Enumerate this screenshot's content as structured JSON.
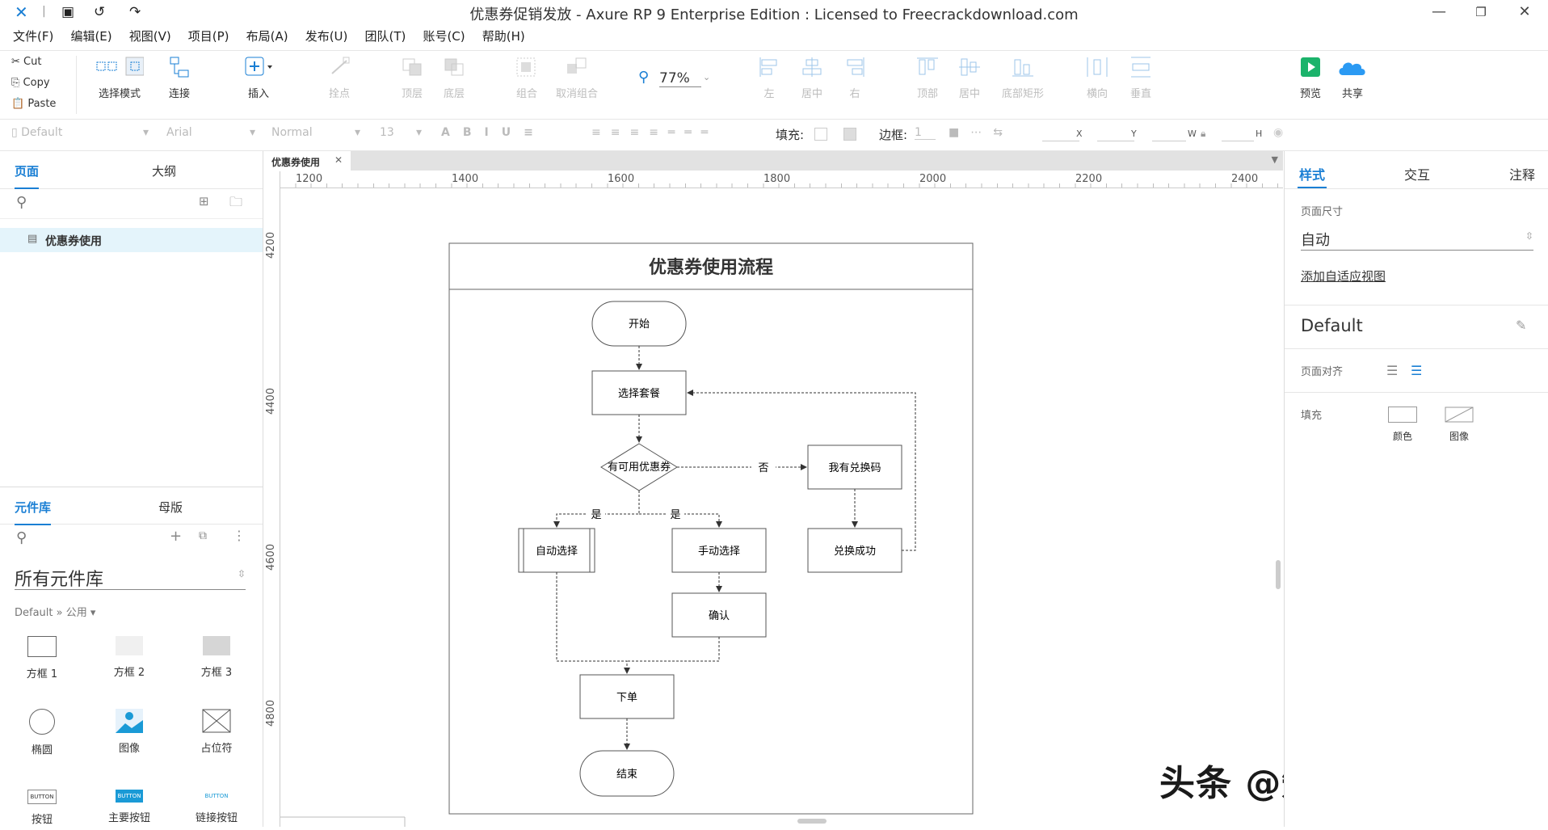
{
  "window": {
    "title": "优惠券促销发放 - Axure RP 9 Enterprise Edition : Licensed to Freecrackdownload.com"
  },
  "menu": [
    "文件(F)",
    "编辑(E)",
    "视图(V)",
    "项目(P)",
    "布局(A)",
    "发布(U)",
    "团队(T)",
    "账号(C)",
    "帮助(H)"
  ],
  "clipboard": {
    "cut": "Cut",
    "copy": "Copy",
    "paste": "Paste"
  },
  "toolbar": {
    "select_mode": "选择模式",
    "connect": "连接",
    "insert": "插入",
    "points": "拴点",
    "top_layer": "顶层",
    "bottom_layer": "底层",
    "group": "组合",
    "ungroup": "取消组合",
    "zoom": "77%",
    "left": "左",
    "center": "居中",
    "right": "右",
    "top": "顶部",
    "middle": "居中",
    "bottom": "底部矩形",
    "horizontal": "横向",
    "vertical": "垂直",
    "preview": "预览",
    "share": "共享"
  },
  "format": {
    "style": "Default",
    "font": "Arial",
    "weight": "Normal",
    "size": "13",
    "fill_label": "填充:",
    "border_label": "边框:",
    "border_value": "1",
    "x": "X",
    "y": "Y",
    "w": "W",
    "h": "H"
  },
  "left": {
    "tabs": [
      "页面",
      "大纲"
    ],
    "page_item": "优惠券使用",
    "lib_tabs": [
      "元件库",
      "母版"
    ],
    "lib_select": "所有元件库",
    "lib_path": "Default » 公用 ▾",
    "widgets": [
      "方框 1",
      "方框 2",
      "方框 3",
      "椭圆",
      "图像",
      "占位符",
      "按钮",
      "主要按钮",
      "链接按钮"
    ],
    "button_labels": [
      "BUTTON",
      "BUTTON",
      "BUTTON"
    ]
  },
  "doc_tab": "优惠券使用",
  "ruler": {
    "h": [
      "1200",
      "1400",
      "1600",
      "1800",
      "2000",
      "2200",
      "2400"
    ],
    "v": [
      "4200",
      "4400",
      "4600",
      "4800"
    ]
  },
  "flow": {
    "title": "优惠券使用流程",
    "start": "开始",
    "choose_pkg": "选择套餐",
    "has_coupon": "有可用优惠券",
    "no": "否",
    "yes_left": "是",
    "yes_right": "是",
    "has_code": "我有兑换码",
    "redeem_ok": "兑换成功",
    "auto_select": "自动选择",
    "manual_select": "手动选择",
    "confirm": "确认",
    "order": "下单",
    "end": "结束"
  },
  "right": {
    "tabs": [
      "样式",
      "交互",
      "注释"
    ],
    "page_size_label": "页面尺寸",
    "page_size_value": "自动",
    "add_adaptive": "添加自适应视图",
    "style_name": "Default",
    "align_label": "页面对齐",
    "fill_label": "填充",
    "fill_color": "颜色",
    "fill_image": "图像"
  },
  "watermark": "头条 @知犀思维导图",
  "colors": {
    "accent": "#1a7fd4",
    "preview": "#1bb36b",
    "share": "#2b9af3"
  }
}
